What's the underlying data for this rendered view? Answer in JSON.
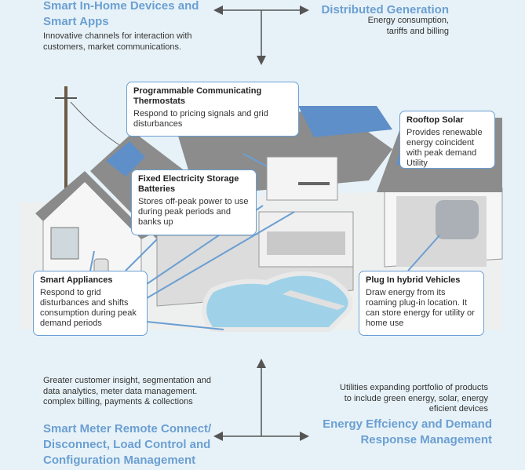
{
  "top_left": {
    "title": "Smart In-Home Devices and Smart Apps",
    "description": "Innovative channels for interaction with customers, market communications."
  },
  "top_right": {
    "title": "Distributed Generation",
    "description": "Energy consumption, tariffs and billing"
  },
  "bottom_left": {
    "title": "Smart Meter Remote Connect/ Disconnect, Load Control and Configuration Management",
    "description": "Greater customer insight, segmentation and data analytics, meter data management. complex billing, payments & collections"
  },
  "bottom_right": {
    "title": "Energy Effciency and Demand Response Management",
    "description": "Utilities expanding portfolio of products to include green energy, solar, energy eficient devices"
  },
  "callouts": {
    "thermostats": {
      "title": "Programmable Communicating Thermostats",
      "description": "Respond to pricing signals and grid disturbances"
    },
    "rooftop_solar": {
      "title": "Rooftop Solar",
      "description": "Provides renewable energy coincident with peak demand Utility"
    },
    "storage": {
      "title": "Fixed Electricity Storage Batteries",
      "description": "Stores off-peak power to use during peak periods and banks up"
    },
    "appliances": {
      "title": "Smart Appliances",
      "description": "Respond to grid disturbances and shifts consumption during peak demand periods"
    },
    "vehicles": {
      "title": "Plug In hybrid Vehicles",
      "description": "Draw energy from its roaming plug-in location. It can store energy for utility or home use"
    }
  },
  "colors": {
    "background": "#e7f2f8",
    "accent": "#6b9fd2",
    "arrow": "#555555",
    "solar": "#5f8fc8"
  }
}
